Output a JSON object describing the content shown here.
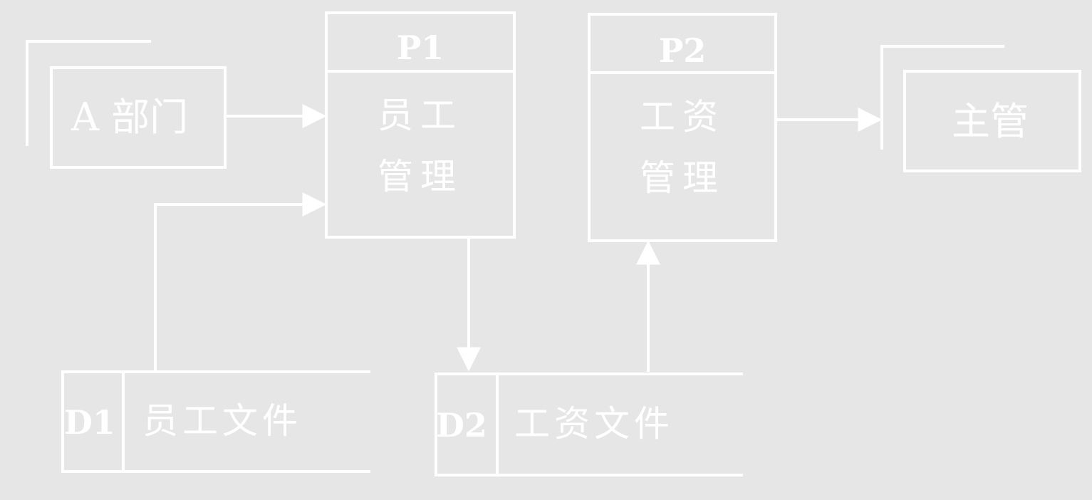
{
  "colors": {
    "background": "#e6e6e6",
    "stroke": "#ffffff"
  },
  "entities": {
    "source": {
      "label": "A 部门"
    },
    "sink": {
      "label": "主管"
    }
  },
  "processes": {
    "p1": {
      "id": "P1",
      "name_line1": "员工",
      "name_line2": "管理"
    },
    "p2": {
      "id": "P2",
      "name_line1": "工资",
      "name_line2": "管理"
    }
  },
  "stores": {
    "d1": {
      "id": "D1",
      "name": "员工文件"
    },
    "d2": {
      "id": "D2",
      "name": "工资文件"
    }
  }
}
